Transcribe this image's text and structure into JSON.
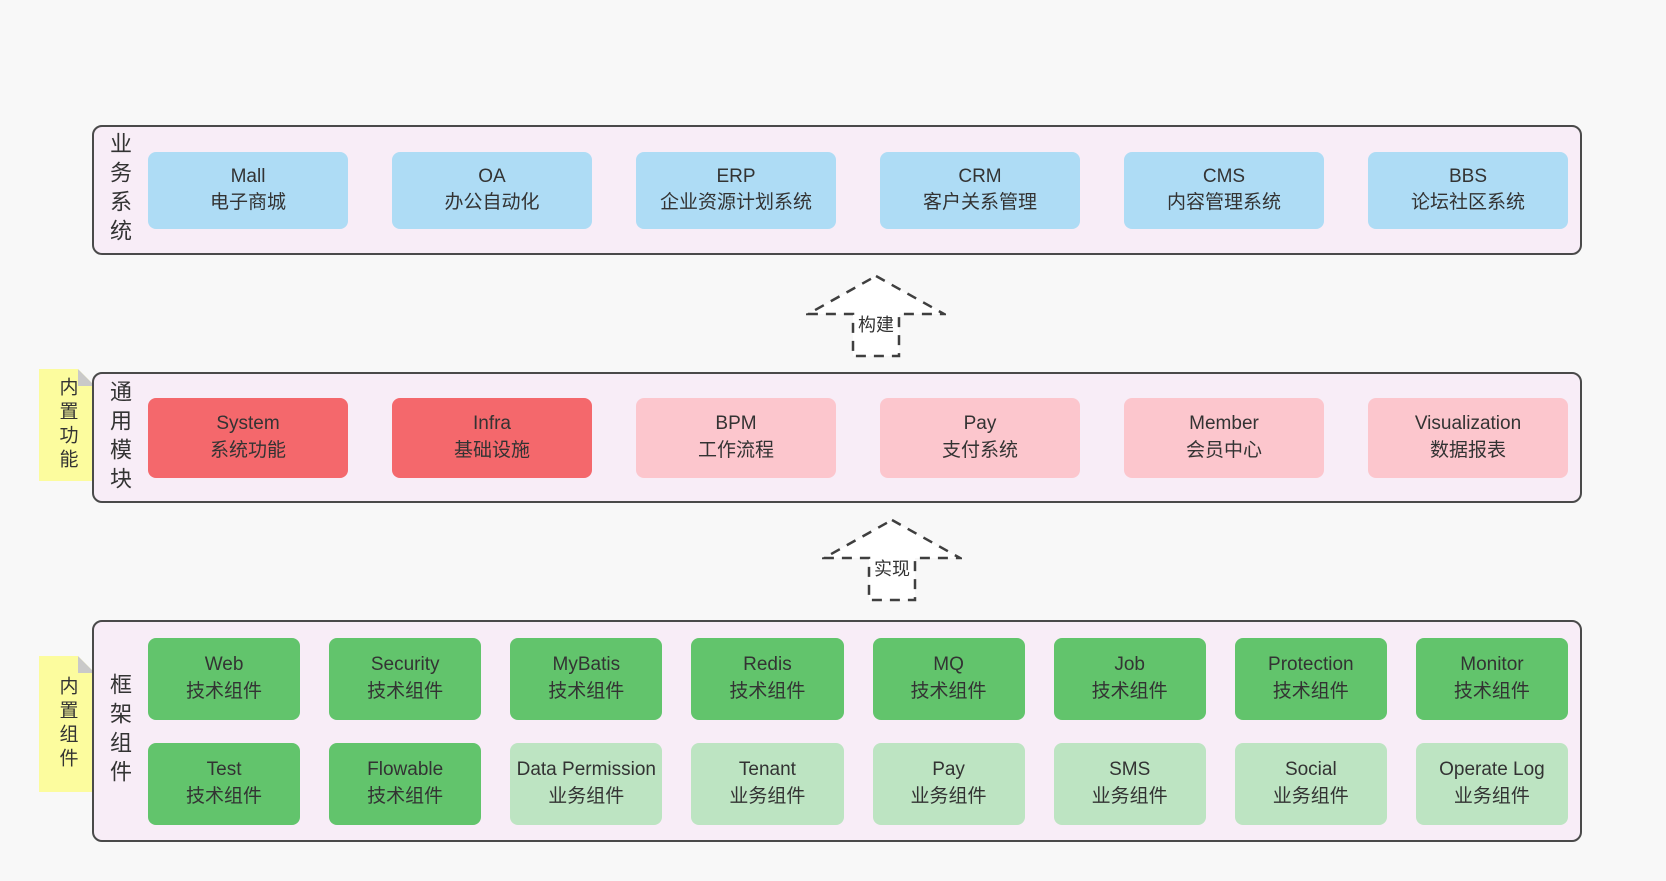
{
  "colors": {
    "page_background": "#f8f8f8",
    "container_fill": "#f8edf7",
    "container_border": "#4a4a4a",
    "blue_box": "#aedcf5",
    "red_box": "#f4686c",
    "pink_box": "#fcc6cd",
    "green_box": "#62c46c",
    "light_green_box": "#bde4c2",
    "sticky_yellow": "#fcfc9e",
    "sticky_fold": "#c9c9c9",
    "text": "#333333"
  },
  "arrows": {
    "build_label": "构建",
    "implement_label": "实现"
  },
  "stickies": {
    "builtin_features": "内置功能",
    "builtin_components": "内置组件"
  },
  "layers": {
    "business": {
      "label": "业务系统",
      "items": [
        {
          "title": "Mall",
          "subtitle": "电子商城",
          "variant": "blue"
        },
        {
          "title": "OA",
          "subtitle": "办公自动化",
          "variant": "blue"
        },
        {
          "title": "ERP",
          "subtitle": "企业资源计划系统",
          "variant": "blue"
        },
        {
          "title": "CRM",
          "subtitle": "客户关系管理",
          "variant": "blue"
        },
        {
          "title": "CMS",
          "subtitle": "内容管理系统",
          "variant": "blue"
        },
        {
          "title": "BBS",
          "subtitle": "论坛社区系统",
          "variant": "blue"
        }
      ]
    },
    "modules": {
      "label": "通用模块",
      "items": [
        {
          "title": "System",
          "subtitle": "系统功能",
          "variant": "red"
        },
        {
          "title": "Infra",
          "subtitle": "基础设施",
          "variant": "red"
        },
        {
          "title": "BPM",
          "subtitle": "工作流程",
          "variant": "pink"
        },
        {
          "title": "Pay",
          "subtitle": "支付系统",
          "variant": "pink"
        },
        {
          "title": "Member",
          "subtitle": "会员中心",
          "variant": "pink"
        },
        {
          "title": "Visualization",
          "subtitle": "数据报表",
          "variant": "pink"
        }
      ]
    },
    "framework": {
      "label": "框架组件",
      "row1": [
        {
          "title": "Web",
          "subtitle": "技术组件",
          "variant": "green"
        },
        {
          "title": "Security",
          "subtitle": "技术组件",
          "variant": "green"
        },
        {
          "title": "MyBatis",
          "subtitle": "技术组件",
          "variant": "green"
        },
        {
          "title": "Redis",
          "subtitle": "技术组件",
          "variant": "green"
        },
        {
          "title": "MQ",
          "subtitle": "技术组件",
          "variant": "green"
        },
        {
          "title": "Job",
          "subtitle": "技术组件",
          "variant": "green"
        },
        {
          "title": "Protection",
          "subtitle": "技术组件",
          "variant": "green"
        },
        {
          "title": "Monitor",
          "subtitle": "技术组件",
          "variant": "green"
        }
      ],
      "row2": [
        {
          "title": "Test",
          "subtitle": "技术组件",
          "variant": "green"
        },
        {
          "title": "Flowable",
          "subtitle": "技术组件",
          "variant": "green"
        },
        {
          "title": "Data Permission",
          "subtitle": "业务组件",
          "variant": "green-light"
        },
        {
          "title": "Tenant",
          "subtitle": "业务组件",
          "variant": "green-light"
        },
        {
          "title": "Pay",
          "subtitle": "业务组件",
          "variant": "green-light"
        },
        {
          "title": "SMS",
          "subtitle": "业务组件",
          "variant": "green-light"
        },
        {
          "title": "Social",
          "subtitle": "业务组件",
          "variant": "green-light"
        },
        {
          "title": "Operate Log",
          "subtitle": "业务组件",
          "variant": "green-light"
        }
      ]
    }
  }
}
